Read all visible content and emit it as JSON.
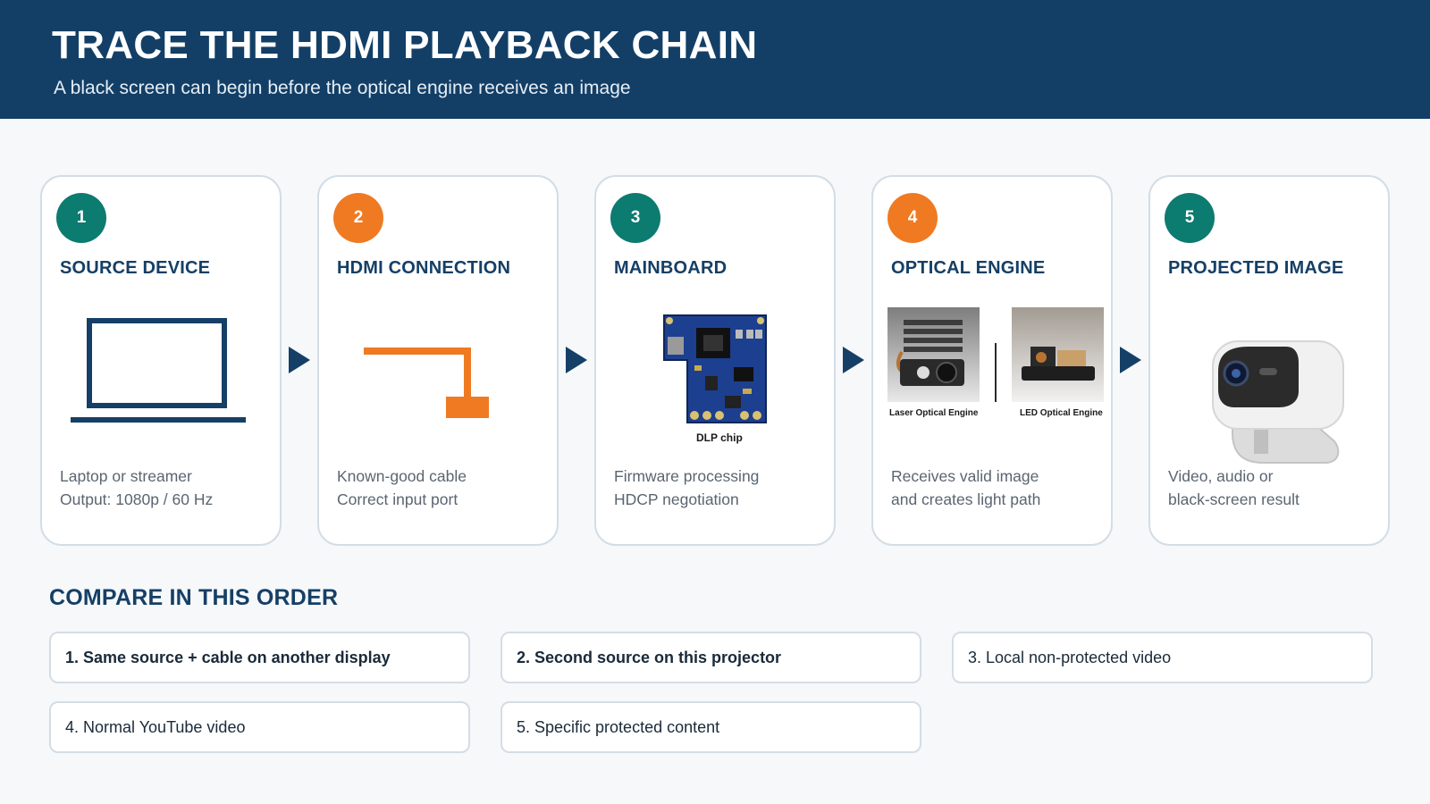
{
  "header": {
    "title": "TRACE THE HDMI PLAYBACK CHAIN",
    "subtitle": "A black screen can begin before the optical engine receives an image"
  },
  "chain": [
    {
      "number": "1",
      "title": "SOURCE DEVICE",
      "lines": [
        "Laptop or streamer",
        "Output: 1080p / 60 Hz"
      ],
      "badge_color": "#0c7b70",
      "icon": "laptop-icon"
    },
    {
      "number": "2",
      "title": "HDMI CONNECTION",
      "lines": [
        "Known-good cable",
        "Correct input port"
      ],
      "badge_color": "#ef7a22",
      "icon": "hdmi-cable-icon"
    },
    {
      "number": "3",
      "title": "MAINBOARD",
      "lines": [
        "Firmware processing",
        "HDCP negotiation"
      ],
      "badge_color": "#0c7b70",
      "icon": "mainboard-image",
      "image_label": "DLP chip"
    },
    {
      "number": "4",
      "title": "OPTICAL ENGINE",
      "lines": [
        "Receives valid image",
        "and creates light path"
      ],
      "badge_color": "#ef7a22",
      "icon": "optical-engine-image",
      "image_labels": [
        "Laser Optical Engine",
        "LED Optical Engine"
      ]
    },
    {
      "number": "5",
      "title": "PROJECTED IMAGE",
      "lines": [
        "Video, audio or",
        "black-screen result"
      ],
      "badge_color": "#0c7b70",
      "icon": "projector-image"
    }
  ],
  "compare": {
    "title": "COMPARE IN THIS ORDER",
    "steps": [
      {
        "label": "1. Same source + cable on another display",
        "emphasis": true
      },
      {
        "label": "2. Second source on this projector",
        "emphasis": true
      },
      {
        "label": "3. Local non-protected video",
        "emphasis": false
      },
      {
        "label": "4. Normal YouTube video",
        "emphasis": false
      },
      {
        "label": "5. Specific protected content",
        "emphasis": false
      }
    ]
  },
  "colors": {
    "navy": "#133f66",
    "teal": "#0c7b70",
    "orange": "#ef7a22"
  }
}
